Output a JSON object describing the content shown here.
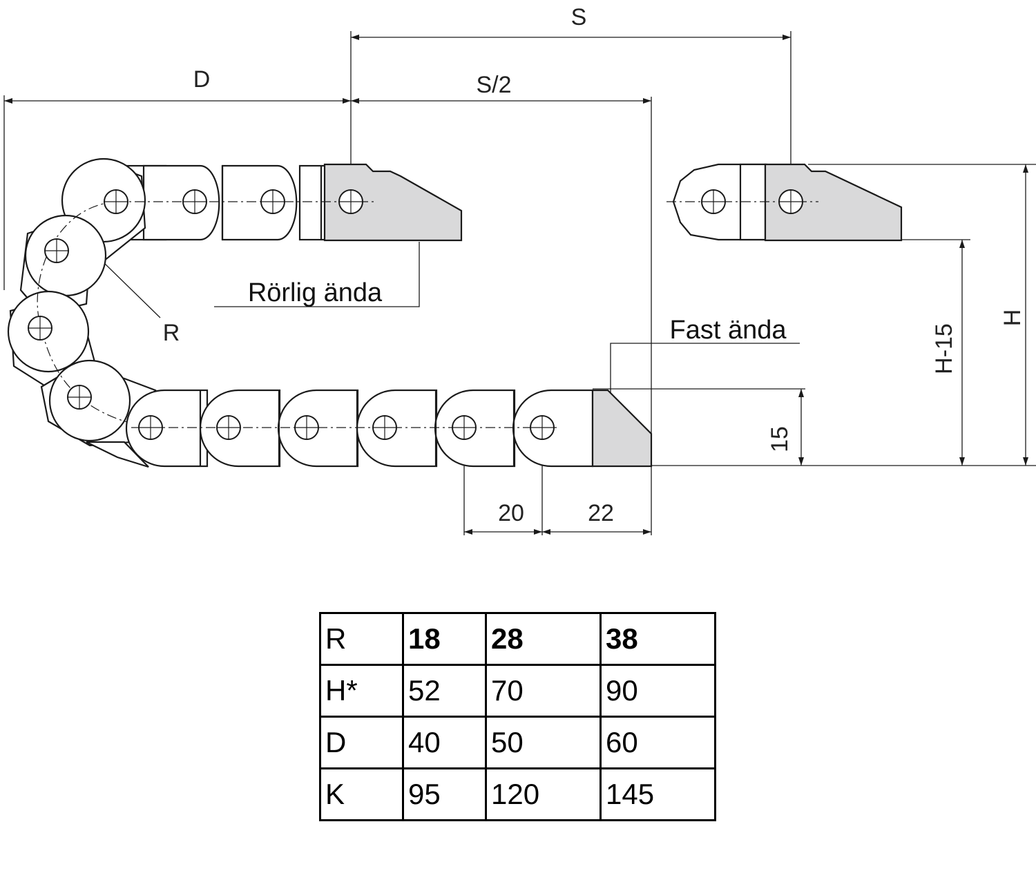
{
  "dimensions": {
    "s": "S",
    "s_half": "S/2",
    "d": "D",
    "r": "R",
    "h": "H",
    "h_minus_15": "H-15",
    "fifteen": "15",
    "twenty": "20",
    "twenty_two": "22"
  },
  "callouts": {
    "moving_end": "Rörlig ända",
    "fixed_end": "Fast ända"
  },
  "table": {
    "rows": [
      {
        "label": "R",
        "v1": "18",
        "v2": "28",
        "v3": "38"
      },
      {
        "label": "H*",
        "v1": "52",
        "v2": "70",
        "v3": "90"
      },
      {
        "label": "D",
        "v1": "40",
        "v2": "50",
        "v3": "60"
      },
      {
        "label": "K",
        "v1": "95",
        "v2": "120",
        "v3": "145"
      }
    ]
  },
  "colors": {
    "bracket_fill": "#d9d9da",
    "line": "#1a1a1a"
  }
}
